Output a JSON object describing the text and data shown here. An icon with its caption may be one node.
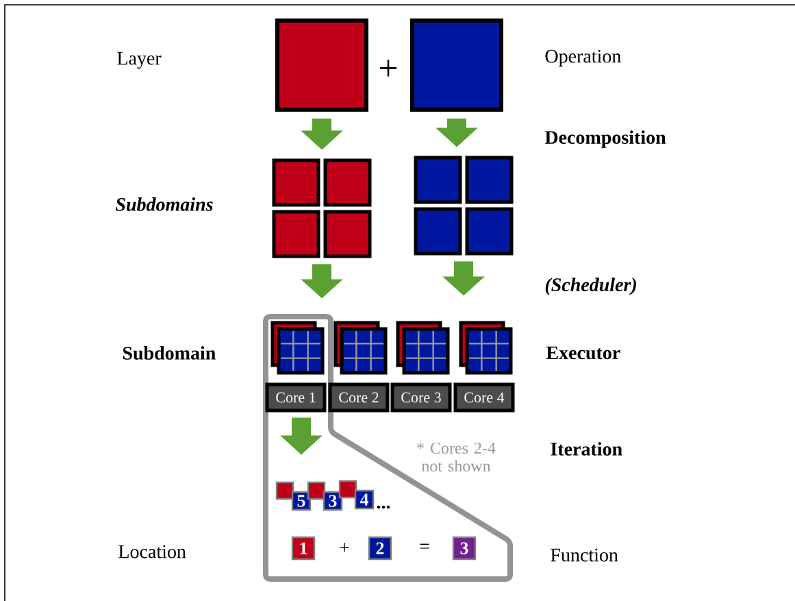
{
  "diagram": {
    "nodes": [
      {
        "text": [],
        "shape": "box"
      },
      {
        "text": [],
        "shape": "box"
      },
      {
        "text": [],
        "shape": "grid"
      },
      {
        "text": [],
        "shape": "grid"
      },
      {
        "text": [],
        "shape": "stack"
      },
      {
        "text": [],
        "shape": "stack"
      },
      {
        "text": [],
        "shape": "stack"
      },
      {
        "text": [],
        "shape": "stack"
      },
      {
        "text": [
          "Core 1"
        ]
      },
      {
        "text": [
          "Core 2"
        ]
      },
      {
        "text": [
          "Core 3"
        ]
      },
      {
        "text": [
          "Core 4"
        ]
      },
      {
        "text": [],
        "shape": "box"
      },
      {
        "text": [
          "5"
        ]
      },
      {
        "text": [],
        "shape": "box"
      },
      {
        "text": [
          "3"
        ]
      },
      {
        "text": [],
        "shape": "box"
      },
      {
        "text": [
          "4"
        ]
      },
      {
        "text": [
          "1"
        ]
      },
      {
        "text": [
          "2"
        ]
      },
      {
        "text": [
          "3"
        ]
      }
    ],
    "edges": [
      {
        "from": 0,
        "to": 2,
        "arrow": "to"
      },
      {
        "from": 1,
        "to": 3,
        "arrow": "to"
      },
      {
        "from": 2,
        "to": null,
        "arrow": "to"
      },
      {
        "from": 3,
        "to": null,
        "arrow": "to"
      },
      {
        "from": 8,
        "to": null,
        "arrow": "to"
      }
    ],
    "labels": [
      "Layer",
      "+",
      "Operation",
      "Decomposition",
      "Subdomains",
      "(Scheduler)",
      "Subdomain",
      "Executor",
      "* Cores 2-4 not shown",
      "Iteration",
      "...",
      "Location",
      "+",
      "=",
      "Function"
    ]
  }
}
